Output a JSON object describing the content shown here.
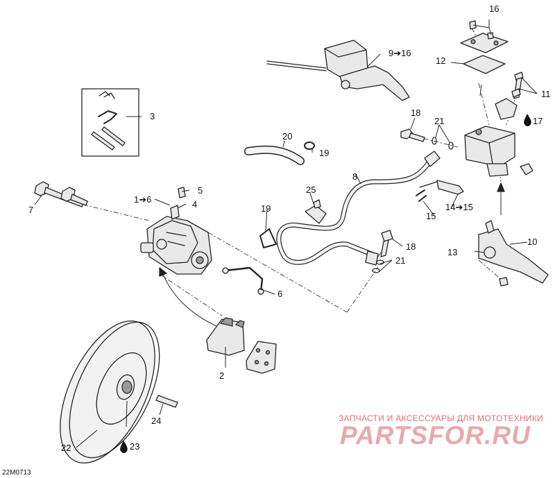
{
  "diagram_code": "22M0713",
  "watermark": {
    "line1": "ЗАПЧАСТИ И АКСЕССУАРЫ ДЛЯ МОТОТЕХНИКИ",
    "line2": "PARTSFOR.RU"
  },
  "callouts": {
    "c1_6": "1➔6",
    "c2": "2",
    "c3": "3",
    "c4": "4",
    "c5": "5",
    "c6": "6",
    "c7": "7",
    "c8": "8",
    "c9_16": "9➔16",
    "c10": "10",
    "c11": "11",
    "c12": "12",
    "c13": "13",
    "c14_15": "14➔15",
    "c15": "15",
    "c16": "16",
    "c17": "17",
    "c18a": "18",
    "c18b": "18",
    "c19a": "19",
    "c19b": "19",
    "c20": "20",
    "c21a": "21",
    "c21b": "21",
    "c22": "22",
    "c23": "23",
    "c24": "24",
    "c25": "25"
  },
  "icons": {
    "fluid_drop": "fluid-drop-icon"
  }
}
